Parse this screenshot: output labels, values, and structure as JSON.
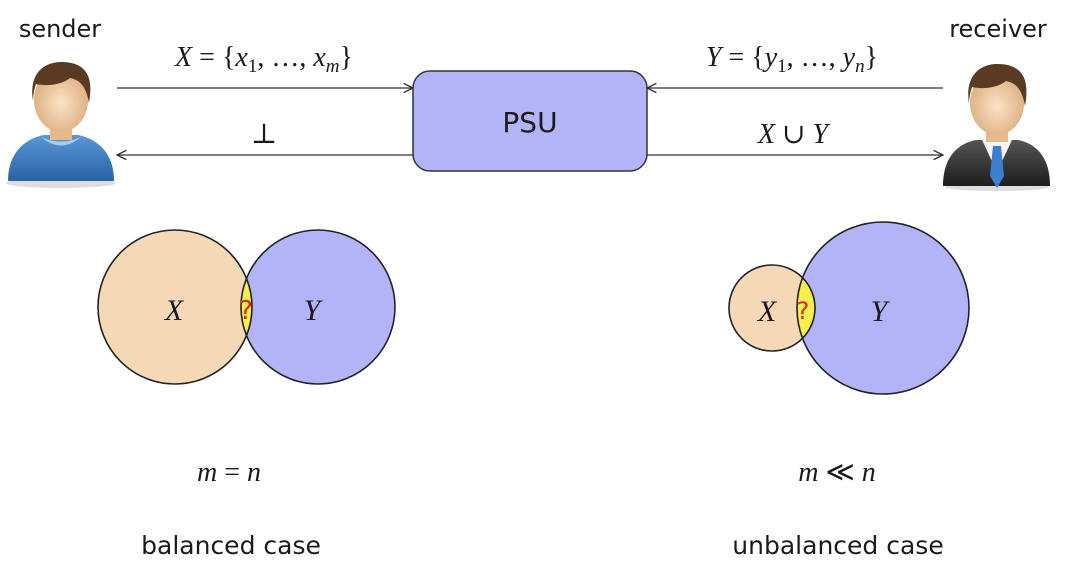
{
  "parties": {
    "sender": {
      "label": "sender",
      "icon": "person-sender-icon"
    },
    "receiver": {
      "label": "receiver",
      "icon": "person-businessman-icon"
    }
  },
  "protocol": {
    "label": "PSU"
  },
  "messages": {
    "sender_to_psu": {
      "set": "X",
      "eq": " = {",
      "elem": "x",
      "sub1": "1",
      "dots": ", …, ",
      "subn": "m",
      "close": "}"
    },
    "receiver_to_psu": {
      "set": "Y",
      "eq": " = {",
      "elem": "y",
      "sub1": "1",
      "dots": ", …, ",
      "subn": "n",
      "close": "}"
    },
    "psu_to_sender": {
      "label": "⊥"
    },
    "psu_to_receiver": {
      "a": "X",
      "op": " ∪ ",
      "b": "Y"
    }
  },
  "cases": [
    {
      "name": "balanced",
      "set_x": "X",
      "set_y": "Y",
      "intersection": "?",
      "relation": {
        "m": "m",
        "op": " = ",
        "n": "n"
      },
      "caption": "balanced case"
    },
    {
      "name": "unbalanced",
      "set_x": "X",
      "set_y": "Y",
      "intersection": "?",
      "relation": {
        "m": "m",
        "op": " ≪ ",
        "n": "n"
      },
      "caption": "unbalanced case"
    }
  ],
  "colors": {
    "set_x_fill": "#f5d9b6",
    "set_y_fill": "#b3b3f8",
    "intersection_fill": "#f6ef4c",
    "psu_fill": "#b3b3f8",
    "question_mark": "#e8201c",
    "stroke": "#222222"
  }
}
